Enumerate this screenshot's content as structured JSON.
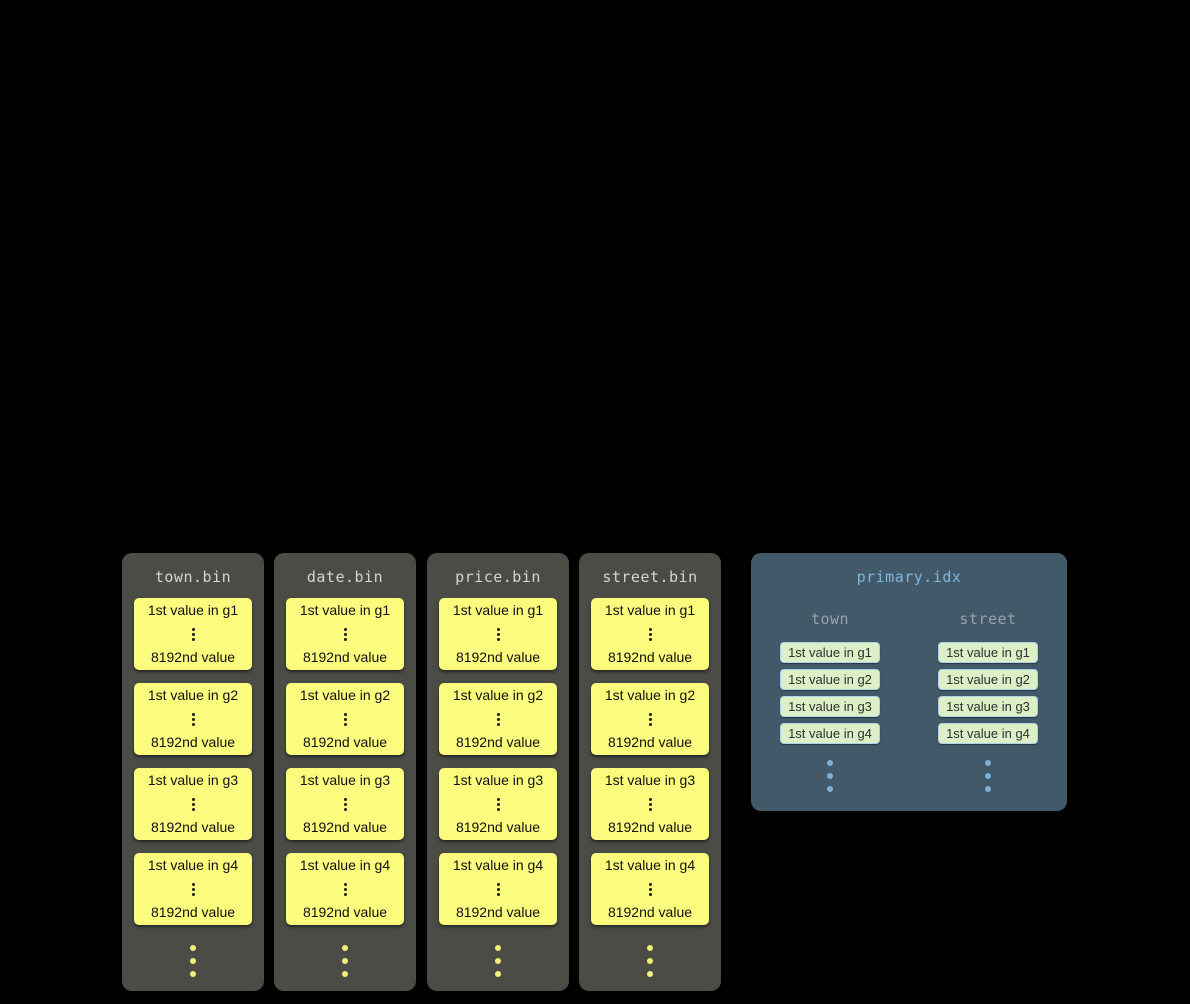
{
  "bin_files": [
    {
      "title": "town.bin",
      "blocks": [
        {
          "first": "1st value in g1",
          "last": "8192nd value"
        },
        {
          "first": "1st value in g2",
          "last": "8192nd value"
        },
        {
          "first": "1st value in g3",
          "last": "8192nd value"
        },
        {
          "first": "1st value in g4",
          "last": "8192nd value"
        }
      ]
    },
    {
      "title": "date.bin",
      "blocks": [
        {
          "first": "1st value in g1",
          "last": "8192nd value"
        },
        {
          "first": "1st value in g2",
          "last": "8192nd value"
        },
        {
          "first": "1st value in g3",
          "last": "8192nd value"
        },
        {
          "first": "1st value in g4",
          "last": "8192nd value"
        }
      ]
    },
    {
      "title": "price.bin",
      "blocks": [
        {
          "first": "1st value in g1",
          "last": "8192nd value"
        },
        {
          "first": "1st value in g2",
          "last": "8192nd value"
        },
        {
          "first": "1st value in g3",
          "last": "8192nd value"
        },
        {
          "first": "1st value in g4",
          "last": "8192nd value"
        }
      ]
    },
    {
      "title": "street.bin",
      "blocks": [
        {
          "first": "1st value in g1",
          "last": "8192nd value"
        },
        {
          "first": "1st value in g2",
          "last": "8192nd value"
        },
        {
          "first": "1st value in g3",
          "last": "8192nd value"
        },
        {
          "first": "1st value in g4",
          "last": "8192nd value"
        }
      ]
    }
  ],
  "primary_index": {
    "title": "primary.idx",
    "columns": [
      {
        "label": "town",
        "entries": [
          "1st value in g1",
          "1st value in g2",
          "1st value in g3",
          "1st value in g4"
        ]
      },
      {
        "label": "street",
        "entries": [
          "1st value in g1",
          "1st value in g2",
          "1st value in g3",
          "1st value in g4"
        ]
      }
    ]
  },
  "icons": {
    "granule-ellipsis": "vertical three-dot ellipsis (more values)",
    "more-items-ellipsis": "vertical three-dot ellipsis (more granules / entries)"
  },
  "colors": {
    "background": "#000000",
    "bin_card_bg": "#4c4c47",
    "bin_title_text": "#d6d6cf",
    "granule_block_bg": "#fbfb7e",
    "granule_text": "#111111",
    "ellipsis_yellow": "#f0f07a",
    "index_card_bg": "#42596a",
    "index_title_text": "#82b5dc",
    "index_column_label_text": "#97a3ab",
    "index_entry_bg": "#dcefc6",
    "index_entry_border": "#aed2e6",
    "ellipsis_blue": "#7fb0d4"
  }
}
